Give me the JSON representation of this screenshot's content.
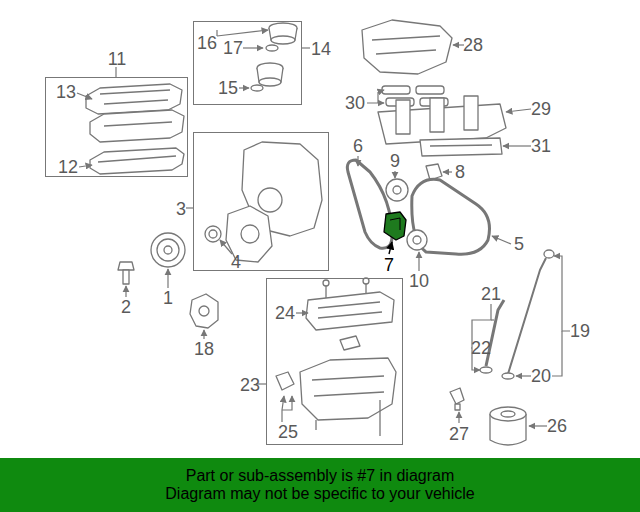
{
  "diagram": {
    "nodes": [
      {
        "text": [
          "11"
        ]
      },
      {
        "text": [
          "14"
        ]
      },
      {
        "text": [
          "3"
        ]
      },
      {
        "text": [
          "23"
        ]
      },
      {
        "text": [
          "Part or sub-assembly is #7 in diagram",
          "Diagram may not be specific to your vehicle"
        ]
      }
    ],
    "labels": [
      "16",
      "17",
      "15",
      "13",
      "12",
      "28",
      "30",
      "29",
      "31",
      "6",
      "9",
      "8",
      "5",
      "7",
      "10",
      "4",
      "2",
      "1",
      "18",
      "24",
      "25",
      "21",
      "22",
      "19",
      "20",
      "27",
      "26"
    ]
  }
}
